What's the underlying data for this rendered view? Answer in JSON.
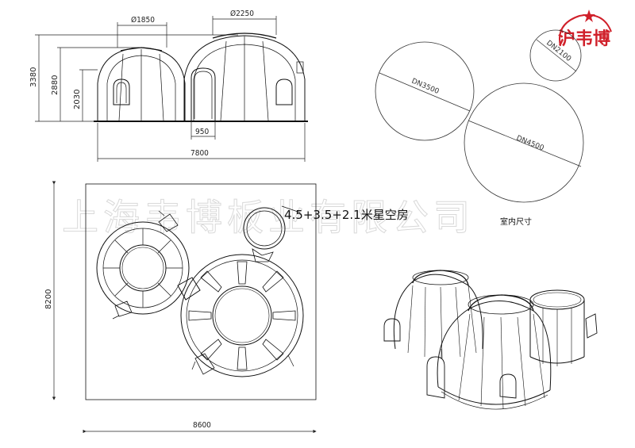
{
  "watermark": "上海韦博板业有限公司",
  "logo": {
    "text": "沪韦博",
    "color": "#d0202a"
  },
  "title": "4.5+3.5+2.1米星空房",
  "subtitle": "室内尺寸",
  "elevation": {
    "dia_small": "Ø1850",
    "dia_large": "Ø2250",
    "h1": "3380",
    "h2": "2880",
    "h3": "2030",
    "door_width": "950",
    "total_width": "7800"
  },
  "circles": {
    "small": "DN2100",
    "medium": "DN3500",
    "large": "DN4500"
  },
  "plan": {
    "depth": "8200",
    "width": "8600"
  }
}
